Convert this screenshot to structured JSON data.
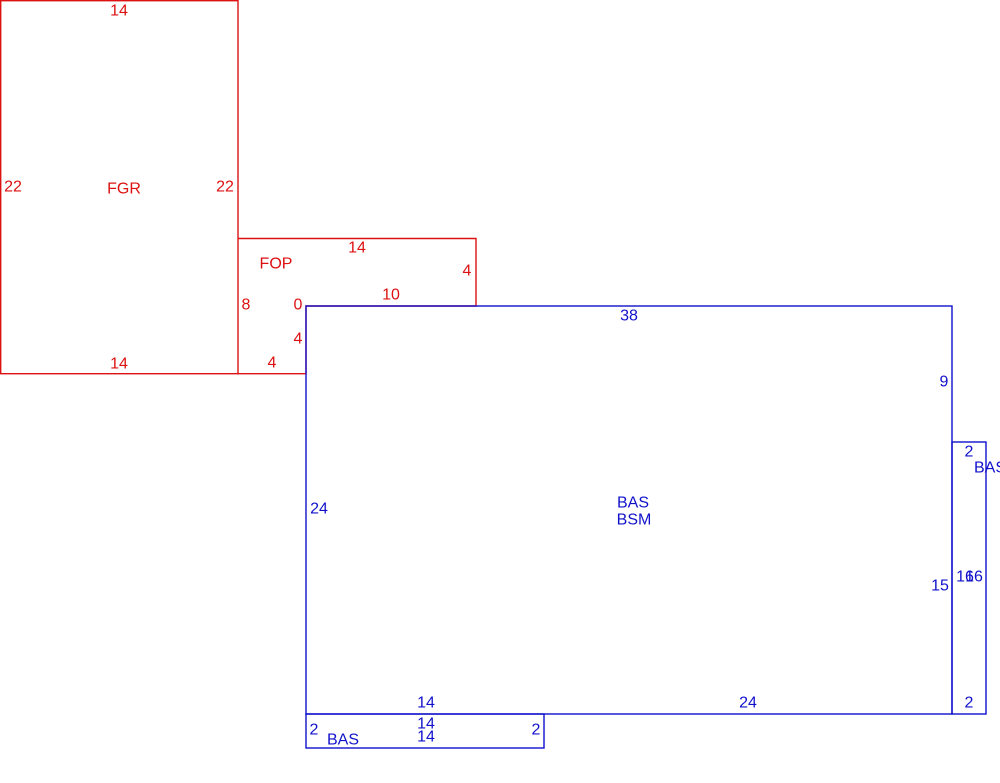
{
  "colors": {
    "garage_porch": "#dd1111",
    "living_area": "#1111cc"
  },
  "areas": {
    "fgr": {
      "code": "FGR",
      "dims": {
        "top": "14",
        "left": "22",
        "right": "22",
        "bottom": "14"
      }
    },
    "fop": {
      "code": "FOP",
      "dims": {
        "top": "14",
        "right": "4",
        "left": "8",
        "inner_top": "10",
        "inner_zero": "0",
        "inner_side": "4",
        "bottom": "4"
      }
    },
    "main": {
      "codes": [
        "BAS",
        "BSM"
      ],
      "dims": {
        "top": "38",
        "right_upper": "9",
        "left": "24",
        "right_lower": "15",
        "bottom_left": "14",
        "bottom_right": "24"
      }
    },
    "side_bay": {
      "code": "BAS",
      "dims": {
        "top": "2",
        "left": "16",
        "right": "16",
        "bottom": "2"
      }
    },
    "bottom_bay": {
      "code": "BAS",
      "dims": {
        "top": "14",
        "left": "2",
        "right": "2",
        "bottom": "14"
      }
    }
  }
}
